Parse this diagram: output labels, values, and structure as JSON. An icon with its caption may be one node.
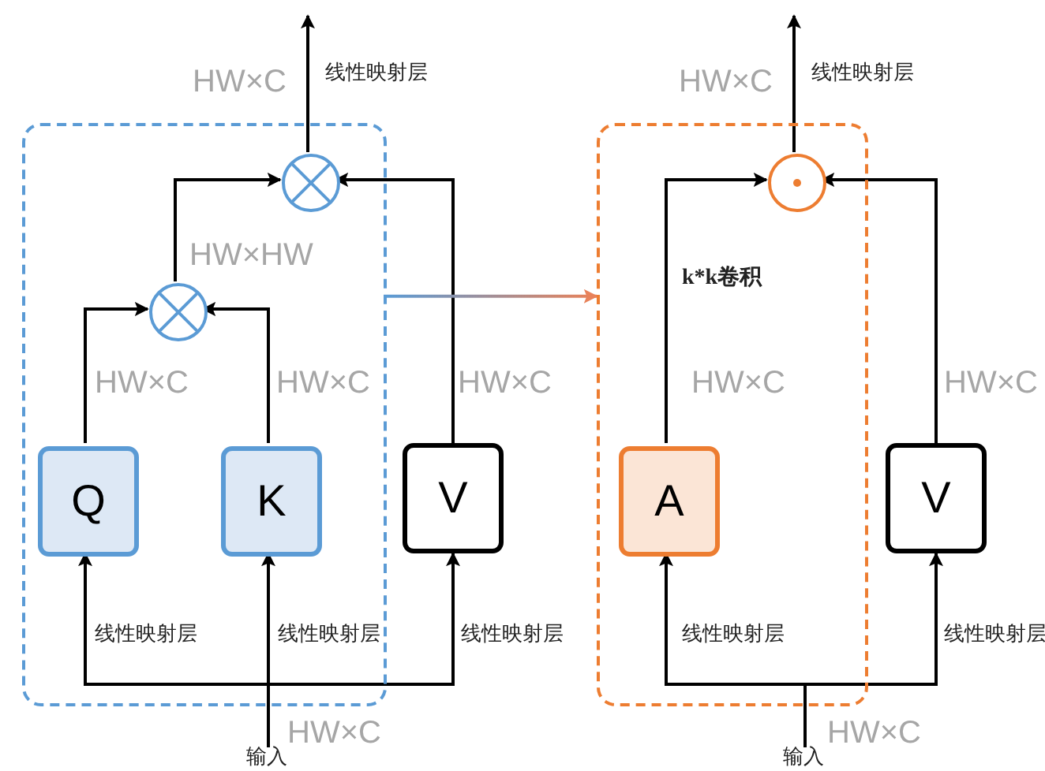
{
  "diagram": {
    "nodes": [
      {
        "text": [],
        "shape": "box"
      },
      {
        "text": [
          "Q"
        ],
        "in": 0
      },
      {
        "text": [
          "K"
        ],
        "in": 0
      },
      {
        "text": [
          "V"
        ]
      },
      {
        "text": [],
        "shape": "circle",
        "in": 0
      },
      {
        "text": [],
        "shape": "circle",
        "in": 0
      },
      {
        "text": [
          "输入"
        ],
        "beside": [
          "HW×C"
        ]
      },
      {
        "text": [],
        "shape": "box"
      },
      {
        "text": [
          "A"
        ],
        "in": 7
      },
      {
        "text": [
          "V"
        ]
      },
      {
        "text": [],
        "shape": "circle",
        "in": 7
      },
      {
        "text": [
          "输入"
        ],
        "beside": [
          "HW×C"
        ]
      }
    ],
    "edges": [
      {
        "from": 6,
        "to": 1,
        "arrow": "to",
        "label": "线性映射层"
      },
      {
        "from": 6,
        "to": 2,
        "arrow": "to",
        "label": "线性映射层"
      },
      {
        "from": 6,
        "to": 3,
        "arrow": "to",
        "label": "线性映射层"
      },
      {
        "from": 1,
        "to": 4,
        "arrow": "to",
        "label": "HW×C"
      },
      {
        "from": 2,
        "to": 4,
        "arrow": "to",
        "label": "HW×C"
      },
      {
        "from": 4,
        "to": 5,
        "arrow": "to",
        "label": "HW×HW"
      },
      {
        "from": 3,
        "to": 5,
        "arrow": "to",
        "label": "HW×C"
      },
      {
        "from": 5,
        "to": null,
        "arrow": "to",
        "label": "线性映射层"
      },
      {
        "from": 0,
        "to": 7,
        "arrow": "to",
        "color": "#e8825a"
      },
      {
        "from": 11,
        "to": 8,
        "arrow": "to",
        "label": "线性映射层"
      },
      {
        "from": 11,
        "to": 9,
        "arrow": "to",
        "label": "线性映射层"
      },
      {
        "from": 8,
        "to": 10,
        "arrow": "to",
        "label": "HW×C"
      },
      {
        "from": 9,
        "to": 10,
        "arrow": "to",
        "label": "HW×C"
      },
      {
        "from": 10,
        "to": null,
        "arrow": "to",
        "label": "线性映射层"
      }
    ],
    "labels": [
      "HW×C",
      "HW×C",
      "k*k卷积"
    ]
  }
}
